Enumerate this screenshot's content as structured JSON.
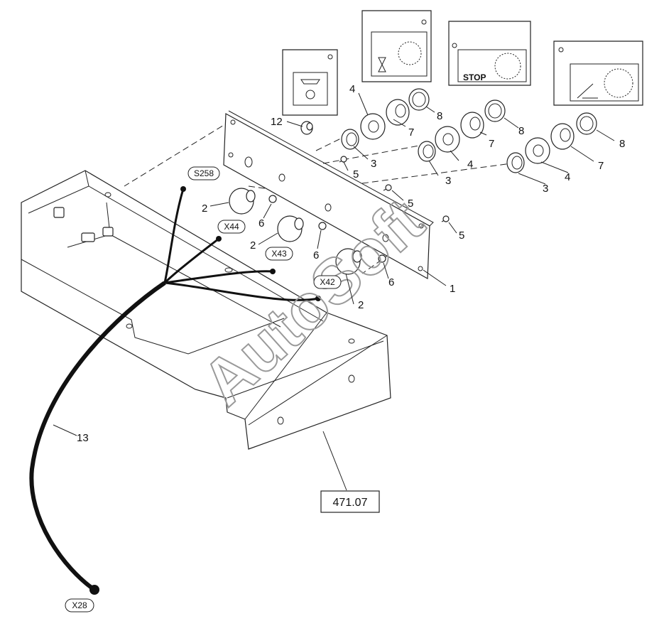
{
  "diagram": {
    "reference_label": "471.07",
    "watermark": "AutoSoft",
    "connectors": {
      "s258": "S258",
      "x44": "X44",
      "x43": "X43",
      "x42": "X42",
      "x28": "X28"
    },
    "callouts": {
      "c1": "1",
      "c2a": "2",
      "c2b": "2",
      "c2c": "2",
      "c3a": "3",
      "c3b": "3",
      "c3c": "3",
      "c4a": "4",
      "c4b": "4",
      "c4c": "4",
      "c5a": "5",
      "c5b": "5",
      "c5c": "5",
      "c6a": "6",
      "c6b": "6",
      "c6c": "6",
      "c7a": "7",
      "c7b": "7",
      "c7c": "7",
      "c8a": "8",
      "c8b": "8",
      "c8c": "8",
      "c12": "12",
      "c13": "13"
    },
    "decals": {
      "stop_text": "STOP"
    }
  }
}
